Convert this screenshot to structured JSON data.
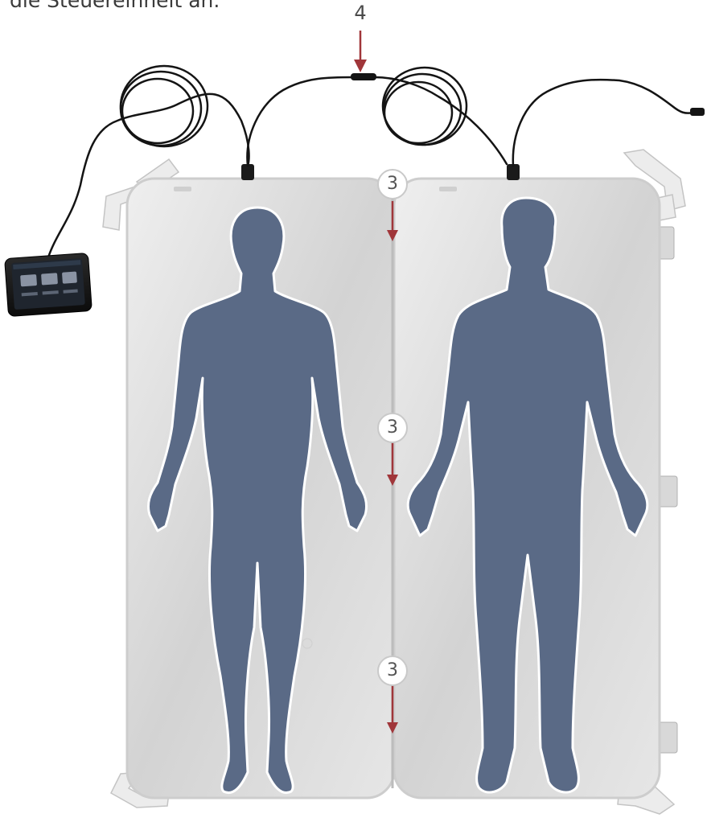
{
  "intro_text": "die Steuereinheit an.",
  "callouts": {
    "top_label": "4",
    "seam_labels": [
      "3",
      "3",
      "3"
    ]
  },
  "colors": {
    "silhouette": "#5a6a86",
    "arrow": "#a0363a",
    "cable": "#141414",
    "mat": "#dcdcdc"
  }
}
